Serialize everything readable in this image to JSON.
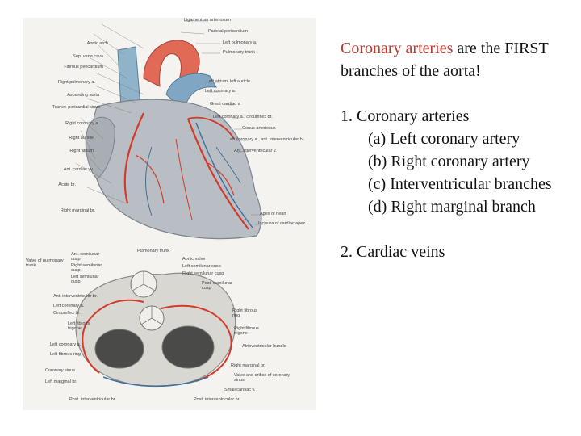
{
  "slide": {
    "heading": {
      "highlight": "Coronary arteries",
      "rest": " are the FIRST branches of the aorta!"
    },
    "list_title": "1. Coronary arteries",
    "items": [
      "(a) Left coronary artery",
      "(b) Right coronary artery",
      "(c) Interventricular branches",
      "(d) Right marginal branch"
    ],
    "item2": "2. Cardiac veins"
  },
  "figure": {
    "labels_left": [
      "Aortic arch",
      "Sup. vena cava",
      "Fibrous pericardium",
      "Right pulmonary a.",
      "Ascending aorta",
      "Transv. pericardial sinus",
      "Right coronary a.",
      "Right auricle",
      "Right atrium",
      "Ant. cardiac vv.",
      "Acute br.",
      "Right marginal br.",
      "Valve of pulmonary trunk",
      "Ant. semilunar cusp",
      "Right semilunar cusp",
      "Left semilunar cusp",
      "Ant. interventricular br.",
      "Left coronary a.",
      "Circumflex br.",
      "Left fibrous trigone",
      "Left coronary a.",
      "Left fibrous ring",
      "Coronary sinus",
      "Left marginal br.",
      "Post. interventricular br."
    ],
    "labels_right": [
      "Ligamentum arteriosum",
      "Parietal pericardium",
      "Left pulmonary a.",
      "Pulmonary trunk",
      "Left atrium, left auricle",
      "Left coronary a.",
      "Great cardiac v.",
      "Left coronary a., circumflex br.",
      "Conus arteriosus",
      "Left coronary a., ant. interventricular br.",
      "Ant. interventricular v.",
      "Apex of heart",
      "Incisura of cardiac apex",
      "Pulmonary trunk",
      "Aortic valve",
      "Left semilunar cusp",
      "Right semilunar cusp",
      "Post. semilunar cusp",
      "Right fibrous ring",
      "Right fibrous trigone",
      "Atrioventricular bundle",
      "Right marginal br.",
      "Valve and orifice of coronary sinus",
      "Small cardiac v.",
      "Post. interventricular br."
    ]
  }
}
